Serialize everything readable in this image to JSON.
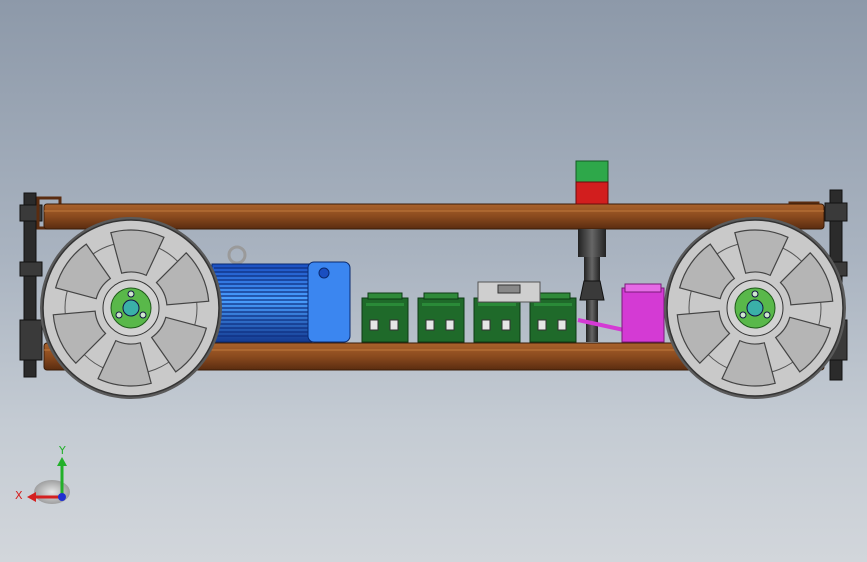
{
  "triad": {
    "x_label": "X",
    "y_label": "Y",
    "colors": {
      "x": "#d42020",
      "y": "#22b02a",
      "z": "#2030d0"
    }
  },
  "colors": {
    "frame": "#8a4a1e",
    "frame_dark": "#5a2c10",
    "wheel": "#c9c9c9",
    "hub": "#59b84a",
    "motor": "#2e6fe0",
    "battery": "#1f6a2a",
    "signal_green": "#2ea84a",
    "signal_red": "#d21e1e",
    "magenta_part": "#d43ad4"
  },
  "components": {
    "batteries_count": 4
  }
}
